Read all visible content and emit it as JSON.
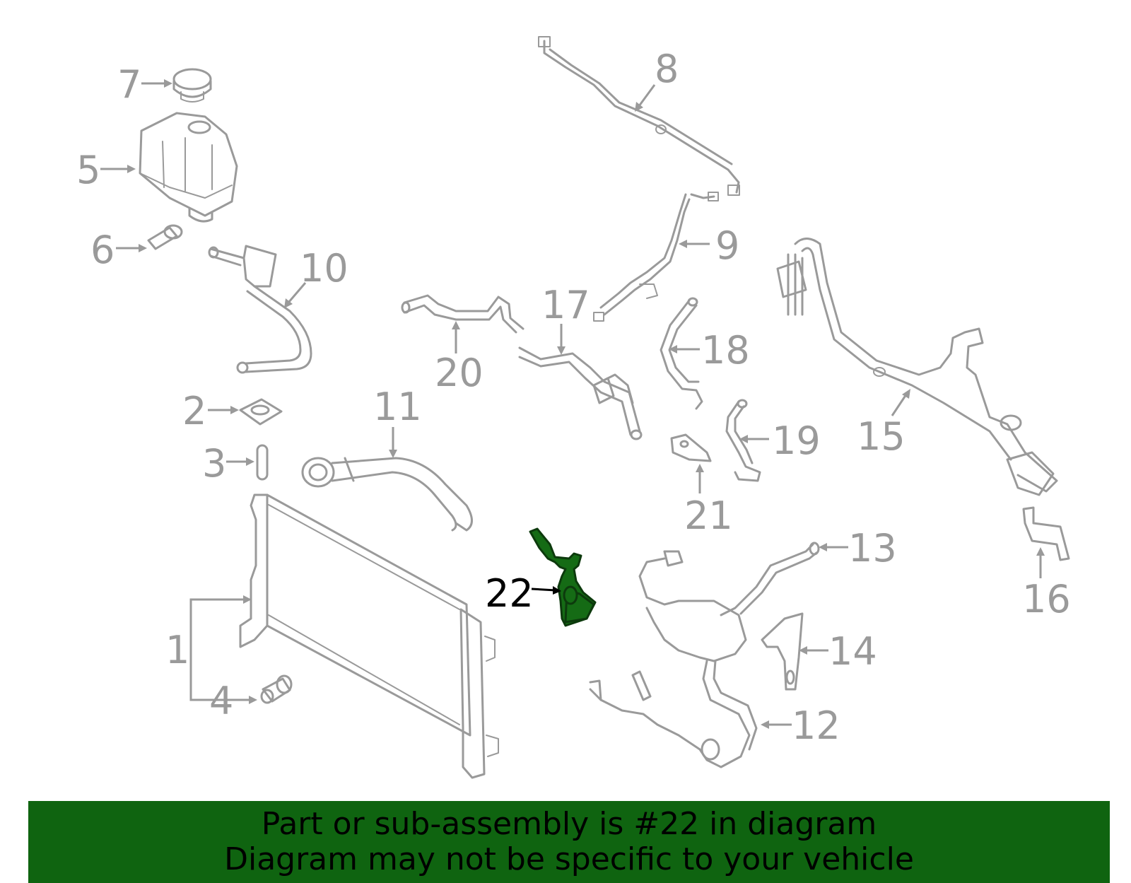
{
  "diagram": {
    "callouts": [
      "1",
      "2",
      "3",
      "4",
      "5",
      "6",
      "7",
      "8",
      "9",
      "10",
      "11",
      "12",
      "13",
      "14",
      "15",
      "16",
      "17",
      "18",
      "19",
      "20",
      "21",
      "22"
    ],
    "highlighted_callout": "22",
    "colors": {
      "part_outline": "#9a9a9a",
      "highlight_part": "#156b15",
      "banner_background": "#0f6410",
      "banner_text": "#000000"
    }
  },
  "banner": {
    "line1": "Part or sub-assembly is #22 in diagram",
    "line2": "Diagram may not be specific to your vehicle"
  }
}
